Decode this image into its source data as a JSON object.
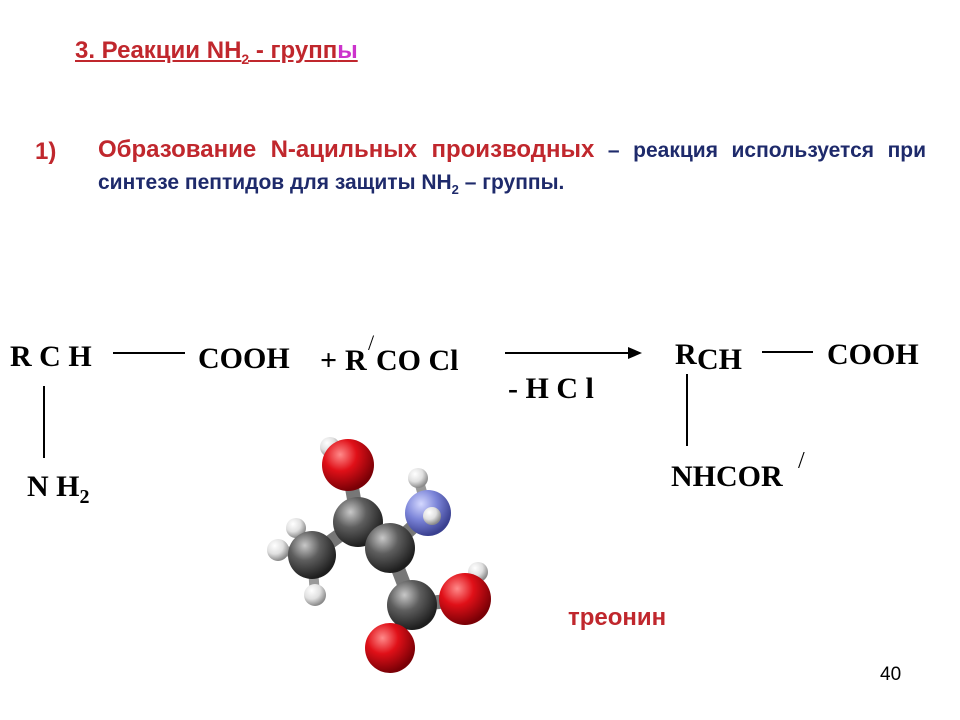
{
  "slide": {
    "title": {
      "prefix": "3. Реакции NH",
      "sub": "2",
      "middle": " - групп",
      "accent_letter": "ы"
    },
    "point": {
      "number": "1)",
      "heading": "Образование N-ацильных производных",
      "text_before_sub": " – реакция используется при синтезе пептидов для защиты NH",
      "sub": "2",
      "text_after_sub": " – группы."
    },
    "reaction": {
      "left": {
        "rch": "R C H",
        "cooh": "COOH",
        "nh": "N H",
        "nh_sub": "2"
      },
      "reagent": {
        "plus": "+",
        "r": "R",
        "prime": "/",
        "coc": "CO Cl"
      },
      "arrow_below": "- H C l",
      "product": {
        "r": "R",
        "ch": "CH",
        "cooh": "COOH",
        "nhcor": "NHCOR",
        "prime": "/"
      }
    },
    "molecule_label": "треонин",
    "page_number": "40"
  },
  "colors": {
    "title_red": "#c0272d",
    "accent_magenta": "#cc33cc",
    "body_navy": "#1e2a6b",
    "oxygen": "#d10e14",
    "nitrogen": "#7b84d8",
    "carbon": "#555555",
    "hydrogen": "#e6e6e6"
  },
  "icons": [
    "threonine-molecule-model"
  ]
}
